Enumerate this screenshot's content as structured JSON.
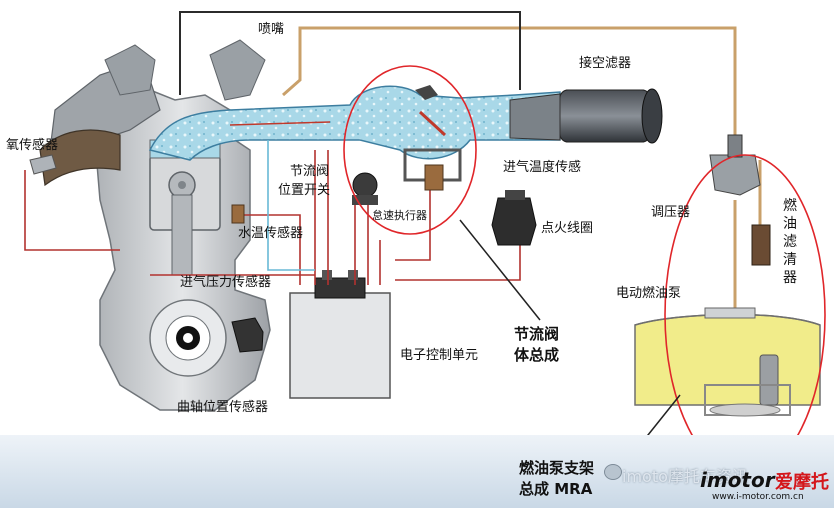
{
  "labels": {
    "injector": "喷嘴",
    "air_filter": "接空滤器",
    "oxygen_sensor": "氧传感器",
    "throttle_position_switch_1": "节流阀",
    "throttle_position_switch_2": "位置开关",
    "idle_actuator": "怠速执行器",
    "intake_temp_sensor": "进气温度传感",
    "ignition_coil": "点火线圈",
    "regulator": "调压器",
    "fuel_filter": "燃油滤清器",
    "water_temp_sensor": "水温传感器",
    "intake_pressure_sensor": "进气压力传感器",
    "electric_fuel_pump": "电动燃油泵",
    "throttle_body_1": "节流阀",
    "throttle_body_2": "体总成",
    "ecu": "电子控制单元",
    "crank_position_sensor": "曲轴位置传感器",
    "fuel_pump_bracket_1": "燃油泵支架",
    "fuel_pump_bracket_2": "总成 MRA"
  },
  "watermark": {
    "text": "imoto摩托车资讯",
    "logo_main": "imotor",
    "logo_cn": "爱摩托",
    "logo_url": "www.i-motor.com.cn"
  },
  "colors": {
    "engine_gray": "#c9ccd0",
    "engine_dark": "#8e9398",
    "intake_blue": "#a9d8e8",
    "wire_red": "#b2322f",
    "fuel_line_tan": "#c9a06a",
    "fuel_yellow": "#f1ec8a",
    "highlight_red": "#e0262a"
  }
}
